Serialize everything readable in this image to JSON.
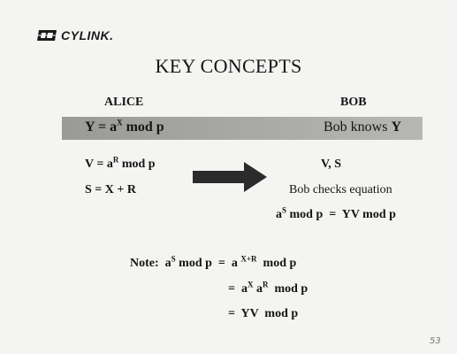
{
  "logo": {
    "text": "CYLINK."
  },
  "title": "KEY CONCEPTS",
  "headers": {
    "alice": "ALICE",
    "bob": "BOB"
  },
  "band": {
    "left": {
      "base": "Y = a",
      "exp": "X",
      "rest": " mod p"
    },
    "right": {
      "prefix": "Bob knows ",
      "var": "Y"
    }
  },
  "alice": {
    "v_eq": {
      "base": "V = a",
      "exp": "R",
      "rest": " mod p"
    },
    "s_eq": "S = X + R"
  },
  "bob": {
    "values": "V, S",
    "checks": "Bob checks equation",
    "equation": {
      "base": "a",
      "exp": "S",
      "rest": " mod p  =  YV mod p"
    }
  },
  "note": {
    "line1": {
      "label": "Note:",
      "base": "  a",
      "exp": "S",
      "mid": " mod p  =  a ",
      "exp2": "X+R",
      "rest": "  mod p"
    },
    "line2": {
      "pre": "=  a",
      "exp": "X",
      "mid": " a",
      "exp2": "R",
      "rest": "  mod p"
    },
    "line3": "=  YV  mod p"
  },
  "page_number": "53",
  "colors": {
    "band": "#a9a9a7",
    "arrow": "#2b2b2b",
    "background": "#f4f4f2"
  }
}
